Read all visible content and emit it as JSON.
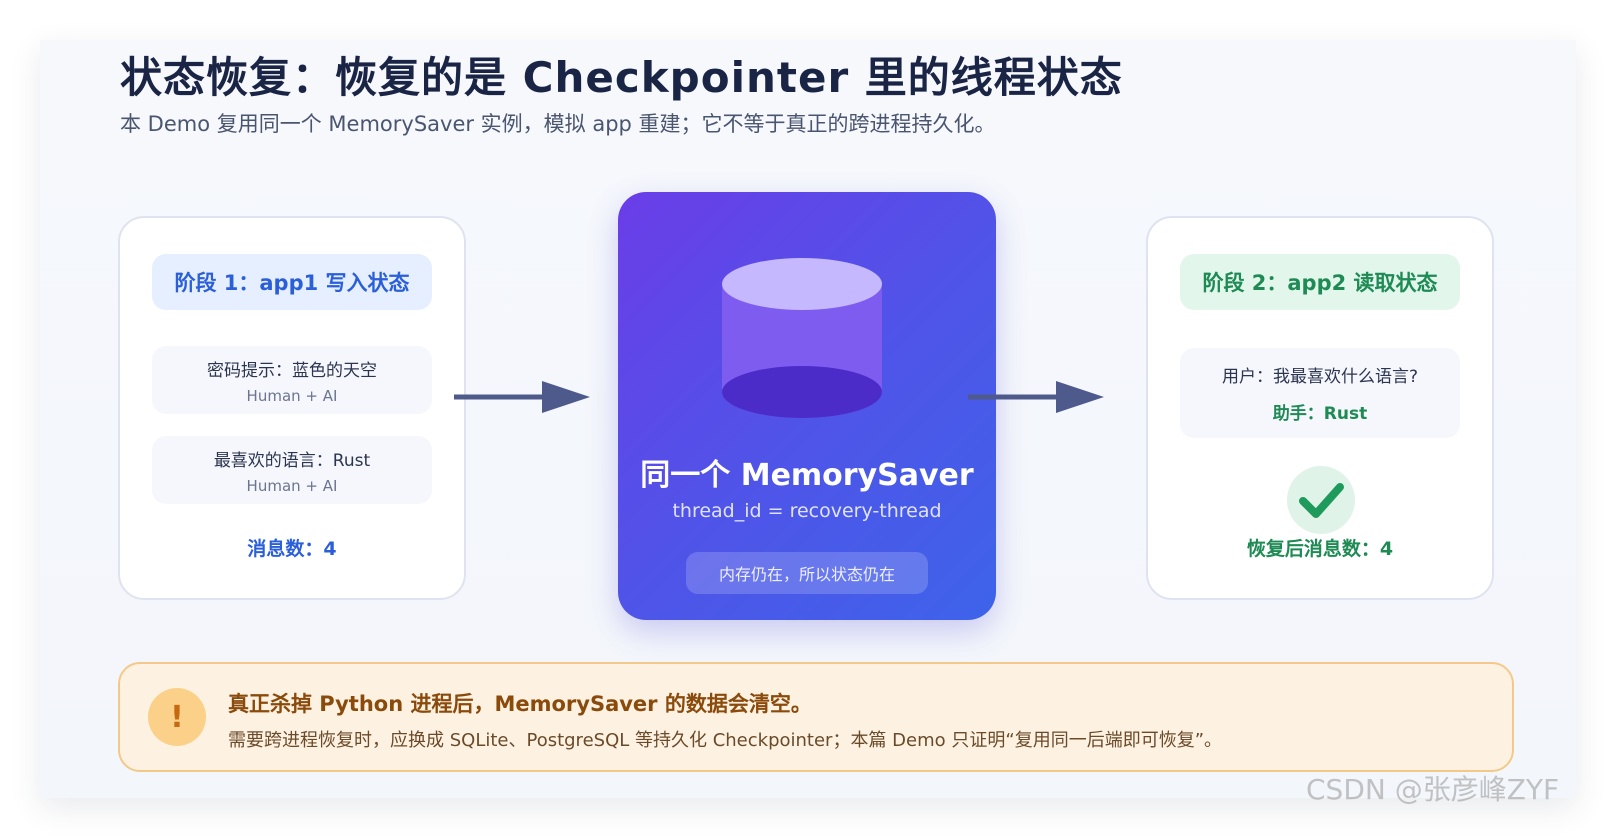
{
  "header": {
    "title": "状态恢复：恢复的是 Checkpointer 里的线程状态",
    "subtitle": "本 Demo 复用同一个 MemorySaver 实例，模拟 app 重建；它不等于真正的跨进程持久化。"
  },
  "stage1": {
    "label": "阶段 1：app1 写入状态",
    "messages": [
      {
        "text": "密码提示：蓝色的天空",
        "meta": "Human + AI"
      },
      {
        "text": "最喜欢的语言：Rust",
        "meta": "Human + AI"
      }
    ],
    "count": "消息数：4"
  },
  "center": {
    "title": "同一个 MemorySaver",
    "thread": "thread_id = recovery-thread",
    "note": "内存仍在，所以状态仍在"
  },
  "stage2": {
    "label": "阶段 2：app2 读取状态",
    "user": "用户：我最喜欢什么语言?",
    "assistant": "助手：Rust",
    "count": "恢复后消息数：4"
  },
  "warning": {
    "icon": "!",
    "title": "真正杀掉 Python 进程后，MemorySaver 的数据会清空。",
    "body": "需要跨进程恢复时，应换成 SQLite、PostgreSQL 等持久化 Checkpointer；本篇 Demo 只证明“复用同一后端即可恢复”。"
  },
  "watermark": "CSDN @张彦峰ZYF",
  "colors": {
    "blue": "#2b5fd9",
    "green": "#1e8a54",
    "center_start": "#6a3de8",
    "center_end": "#3e63ea",
    "arrow": "#4f5a8c",
    "warning_border": "#f3c98a"
  }
}
